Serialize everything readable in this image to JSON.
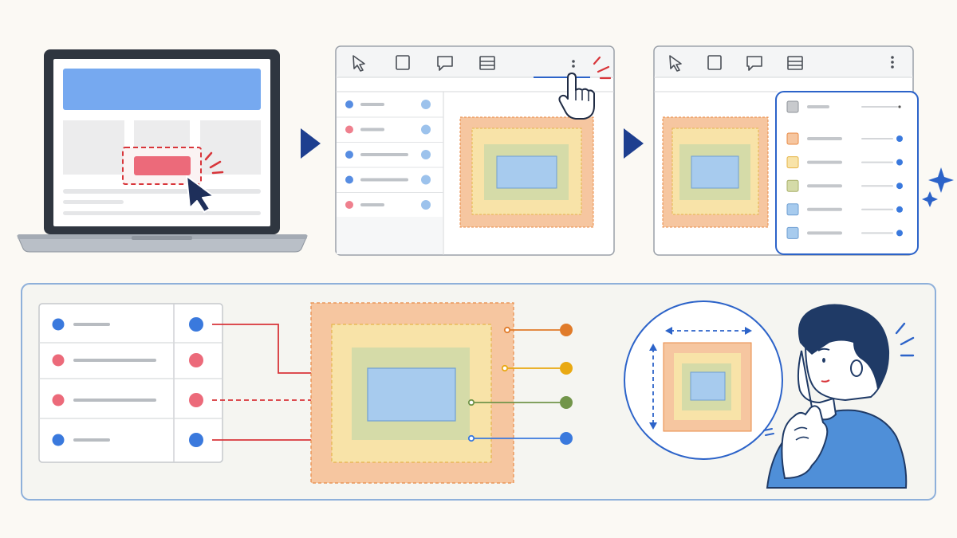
{
  "colors": {
    "background": "#fbf9f4",
    "accent_blue": "#2c63c9",
    "arrow_navy": "#1e3f8f",
    "margin_orange": "#f6c6a0",
    "margin_border": "#e88a45",
    "border_yellow": "#f8e3a8",
    "padding_green": "#d5dba8",
    "content_blue": "#a7cbee",
    "dot_blue": "#3a79dd",
    "dot_red": "#ec6a7a",
    "dot_orange": "#e07b2a",
    "dot_yellow": "#e9a912",
    "dot_green": "#72954a",
    "line_red": "#d8353a",
    "person_hair": "#1f3a66",
    "person_shirt": "#4f8fd8"
  },
  "steps": [
    {
      "id": "click-element",
      "icons": [
        "laptop-icon",
        "cursor-icon",
        "click-burst-icon"
      ]
    },
    {
      "id": "open-devtools",
      "icons": [
        "select-tool-icon",
        "device-icon",
        "comment-icon",
        "list-icon",
        "more-menu-icon",
        "hand-pointer-icon"
      ]
    },
    {
      "id": "inspect-box-model",
      "icons": [
        "select-tool-icon",
        "device-icon",
        "comment-icon",
        "list-icon",
        "more-menu-icon",
        "sparkle-icon"
      ]
    }
  ],
  "devtools_rows": [
    {
      "dot": "blue"
    },
    {
      "dot": "red"
    },
    {
      "dot": "blue"
    },
    {
      "dot": "blue"
    },
    {
      "dot": "red"
    }
  ],
  "style_panel_rows": [
    {
      "swatch": "gray"
    },
    {
      "swatch": "orange"
    },
    {
      "swatch": "yellow"
    },
    {
      "swatch": "green"
    },
    {
      "swatch": "blue"
    },
    {
      "swatch": "blue"
    }
  ],
  "bottom_table_rows": [
    {
      "dot": "blue",
      "link": "solid"
    },
    {
      "dot": "red",
      "link": "solid"
    },
    {
      "dot": "red",
      "link": "dashed"
    },
    {
      "dot": "blue",
      "link": "solid"
    }
  ],
  "box_model_callouts": [
    "margin",
    "border",
    "padding",
    "content"
  ]
}
